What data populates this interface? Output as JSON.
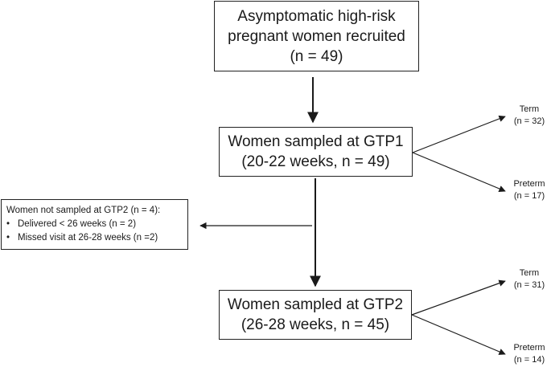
{
  "recruited": {
    "line1": "Asymptomatic high-risk",
    "line2": "pregnant women recruited",
    "line3": "(n = 49)"
  },
  "gtp1": {
    "line1": "Women sampled at GTP1",
    "line2": "(20-22 weeks, n = 49)",
    "term": {
      "label": "Term",
      "count": "(n = 32)"
    },
    "preterm": {
      "label": "Preterm",
      "count": "(n = 17)"
    }
  },
  "excluded": {
    "title": "Women not sampled at GTP2 (n = 4):",
    "items": [
      "Delivered < 26 weeks (n = 2)",
      "Missed visit at 26-28 weeks (n =2)"
    ]
  },
  "gtp2": {
    "line1": "Women sampled at GTP2",
    "line2": "(26-28 weeks, n = 45)",
    "term": {
      "label": "Term",
      "count": "(n = 31)"
    },
    "preterm": {
      "label": "Preterm",
      "count": "(n = 14)"
    }
  }
}
